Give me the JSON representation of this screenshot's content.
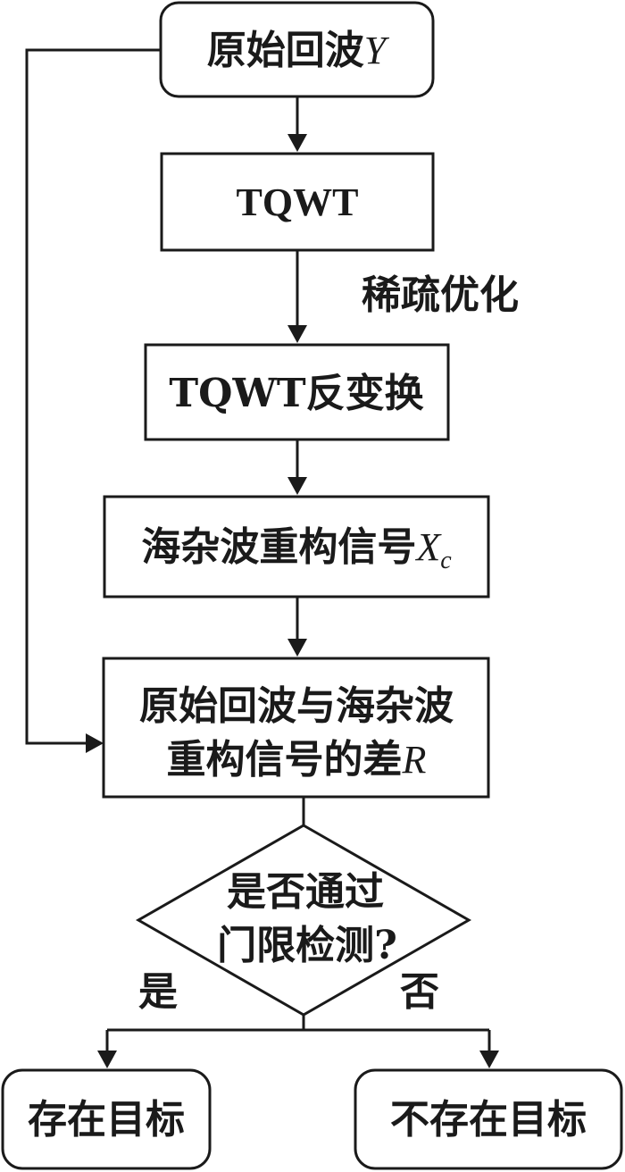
{
  "nodes": {
    "original_echo": {
      "label": "原始回波",
      "var": "Y"
    },
    "tqwt": {
      "label": "TQWT"
    },
    "sparse_opt": {
      "label": "稀疏优化"
    },
    "inverse_tqwt": {
      "label": "TQWT反变换"
    },
    "sea_clutter": {
      "label": "海杂波重构信号",
      "var": "X",
      "sub": "c"
    },
    "difference": {
      "line1": "原始回波与海杂波",
      "line2": "重构信号的差",
      "var": "R"
    },
    "decision": {
      "line1": "是否通过",
      "line2": "门限检测?"
    },
    "yes_label": {
      "label": "是"
    },
    "no_label": {
      "label": "否"
    },
    "target_exists": {
      "label": "存在目标"
    },
    "no_target": {
      "label": "不存在目标"
    }
  }
}
